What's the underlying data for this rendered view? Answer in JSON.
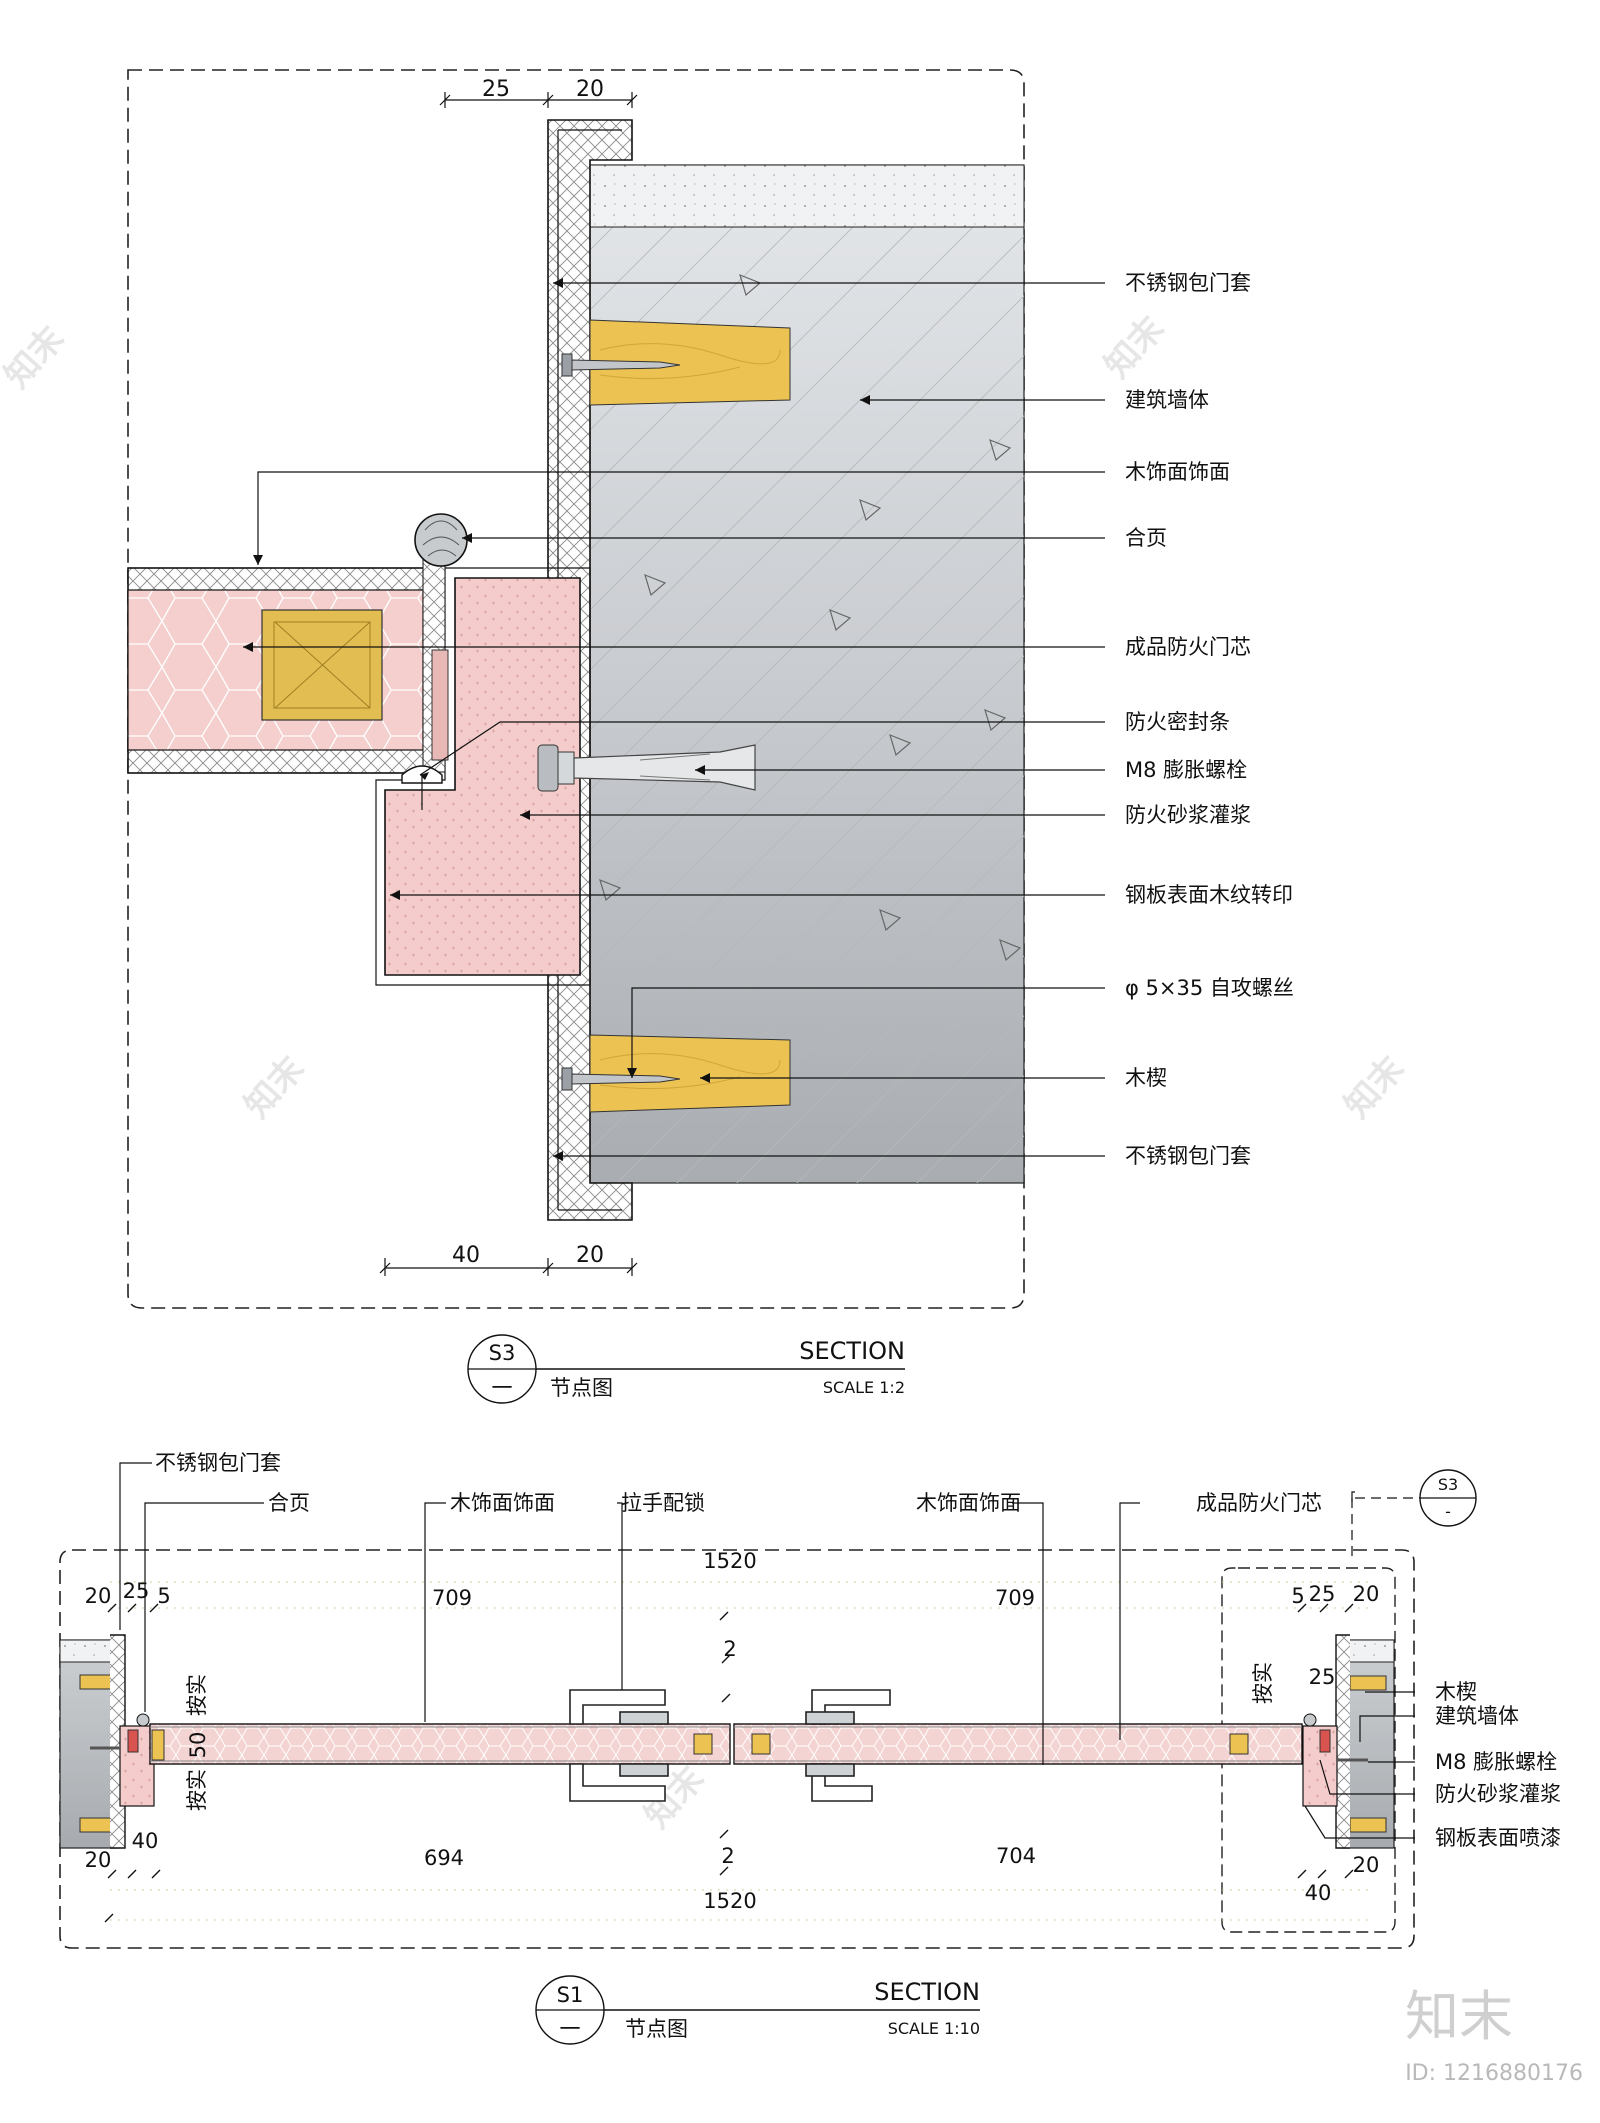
{
  "colors": {
    "wall_top": "#e4e7ea",
    "wall_bottom": "#a9adb1",
    "wood_wedge": "#ecc253",
    "mortar": "#f4cccb",
    "door_core": "#f4cfcd",
    "wood_finish_hatch": "#8a8a8a",
    "stainless": "#d9dde0",
    "core_block": "#e2bd52",
    "line": "#1a1a1a"
  },
  "top_section": {
    "dims_top": [
      "25",
      "20"
    ],
    "dims_bottom": [
      "40",
      "20"
    ],
    "labels": [
      "不锈钢包门套",
      "建筑墙体",
      "木饰面饰面",
      "合页",
      "成品防火门芯",
      "防火密封条",
      "M8 膨胀螺栓",
      "防火砂浆灌浆",
      "钢板表面木纹转印",
      "φ 5×35 自攻螺丝",
      "木楔",
      "不锈钢包门套"
    ],
    "tag": {
      "code": "S3",
      "sub": "一"
    },
    "title": "SECTION",
    "name": "节点图",
    "scale": "SCALE 1:2"
  },
  "bottom_section": {
    "callouts_top": [
      "不锈钢包门套",
      "合页",
      "木饰面饰面",
      "拉手配锁",
      "木饰面饰面",
      "成品防火门芯"
    ],
    "callouts_right": [
      "木楔",
      "建筑墙体",
      "M8 膨胀螺栓",
      "防火砂浆灌浆",
      "钢板表面喷漆"
    ],
    "ref_tag": {
      "code": "S3",
      "sub": "-"
    },
    "dims": {
      "total_top": "1520",
      "left_leaf_top": "709",
      "right_leaf_top": "709",
      "gap_top": "2",
      "left_frame": [
        "20",
        "25",
        "5"
      ],
      "right_frame": [
        "5",
        "25",
        "20"
      ],
      "right_inner": "25",
      "door_thickness": "50",
      "left_leaf_bottom": "694",
      "gap_bottom": "2",
      "right_leaf_bottom": "704",
      "total_bottom": "1520",
      "left_bottom": [
        "20",
        "40"
      ],
      "right_bottom": [
        "40",
        "20"
      ]
    },
    "side_text": [
      "按实",
      "按实",
      "按实"
    ],
    "tag": {
      "code": "S1",
      "sub": "一"
    },
    "title": "SECTION",
    "name": "节点图",
    "scale": "SCALE 1:10"
  },
  "brand": {
    "logo": "知末",
    "id": "ID: 1216880176"
  }
}
